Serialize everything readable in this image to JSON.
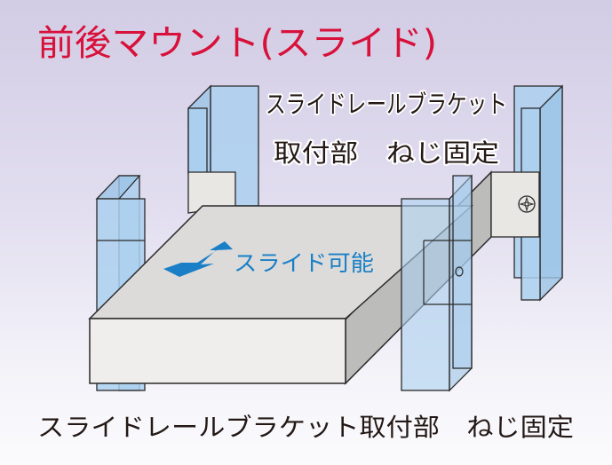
{
  "title": "前後マウント(スライド)",
  "labels": {
    "bracket_top_line1": "スライドレールブラケット",
    "bracket_top_line2": "取付部　ねじ固定",
    "slide": "スライド可能",
    "bracket_bottom": "スライドレールブラケット取付部　ねじ固定"
  },
  "colors": {
    "title": "#d8103a",
    "slide": "#1a7fc6",
    "bracket": "#acd0ef",
    "text": "#231815"
  }
}
